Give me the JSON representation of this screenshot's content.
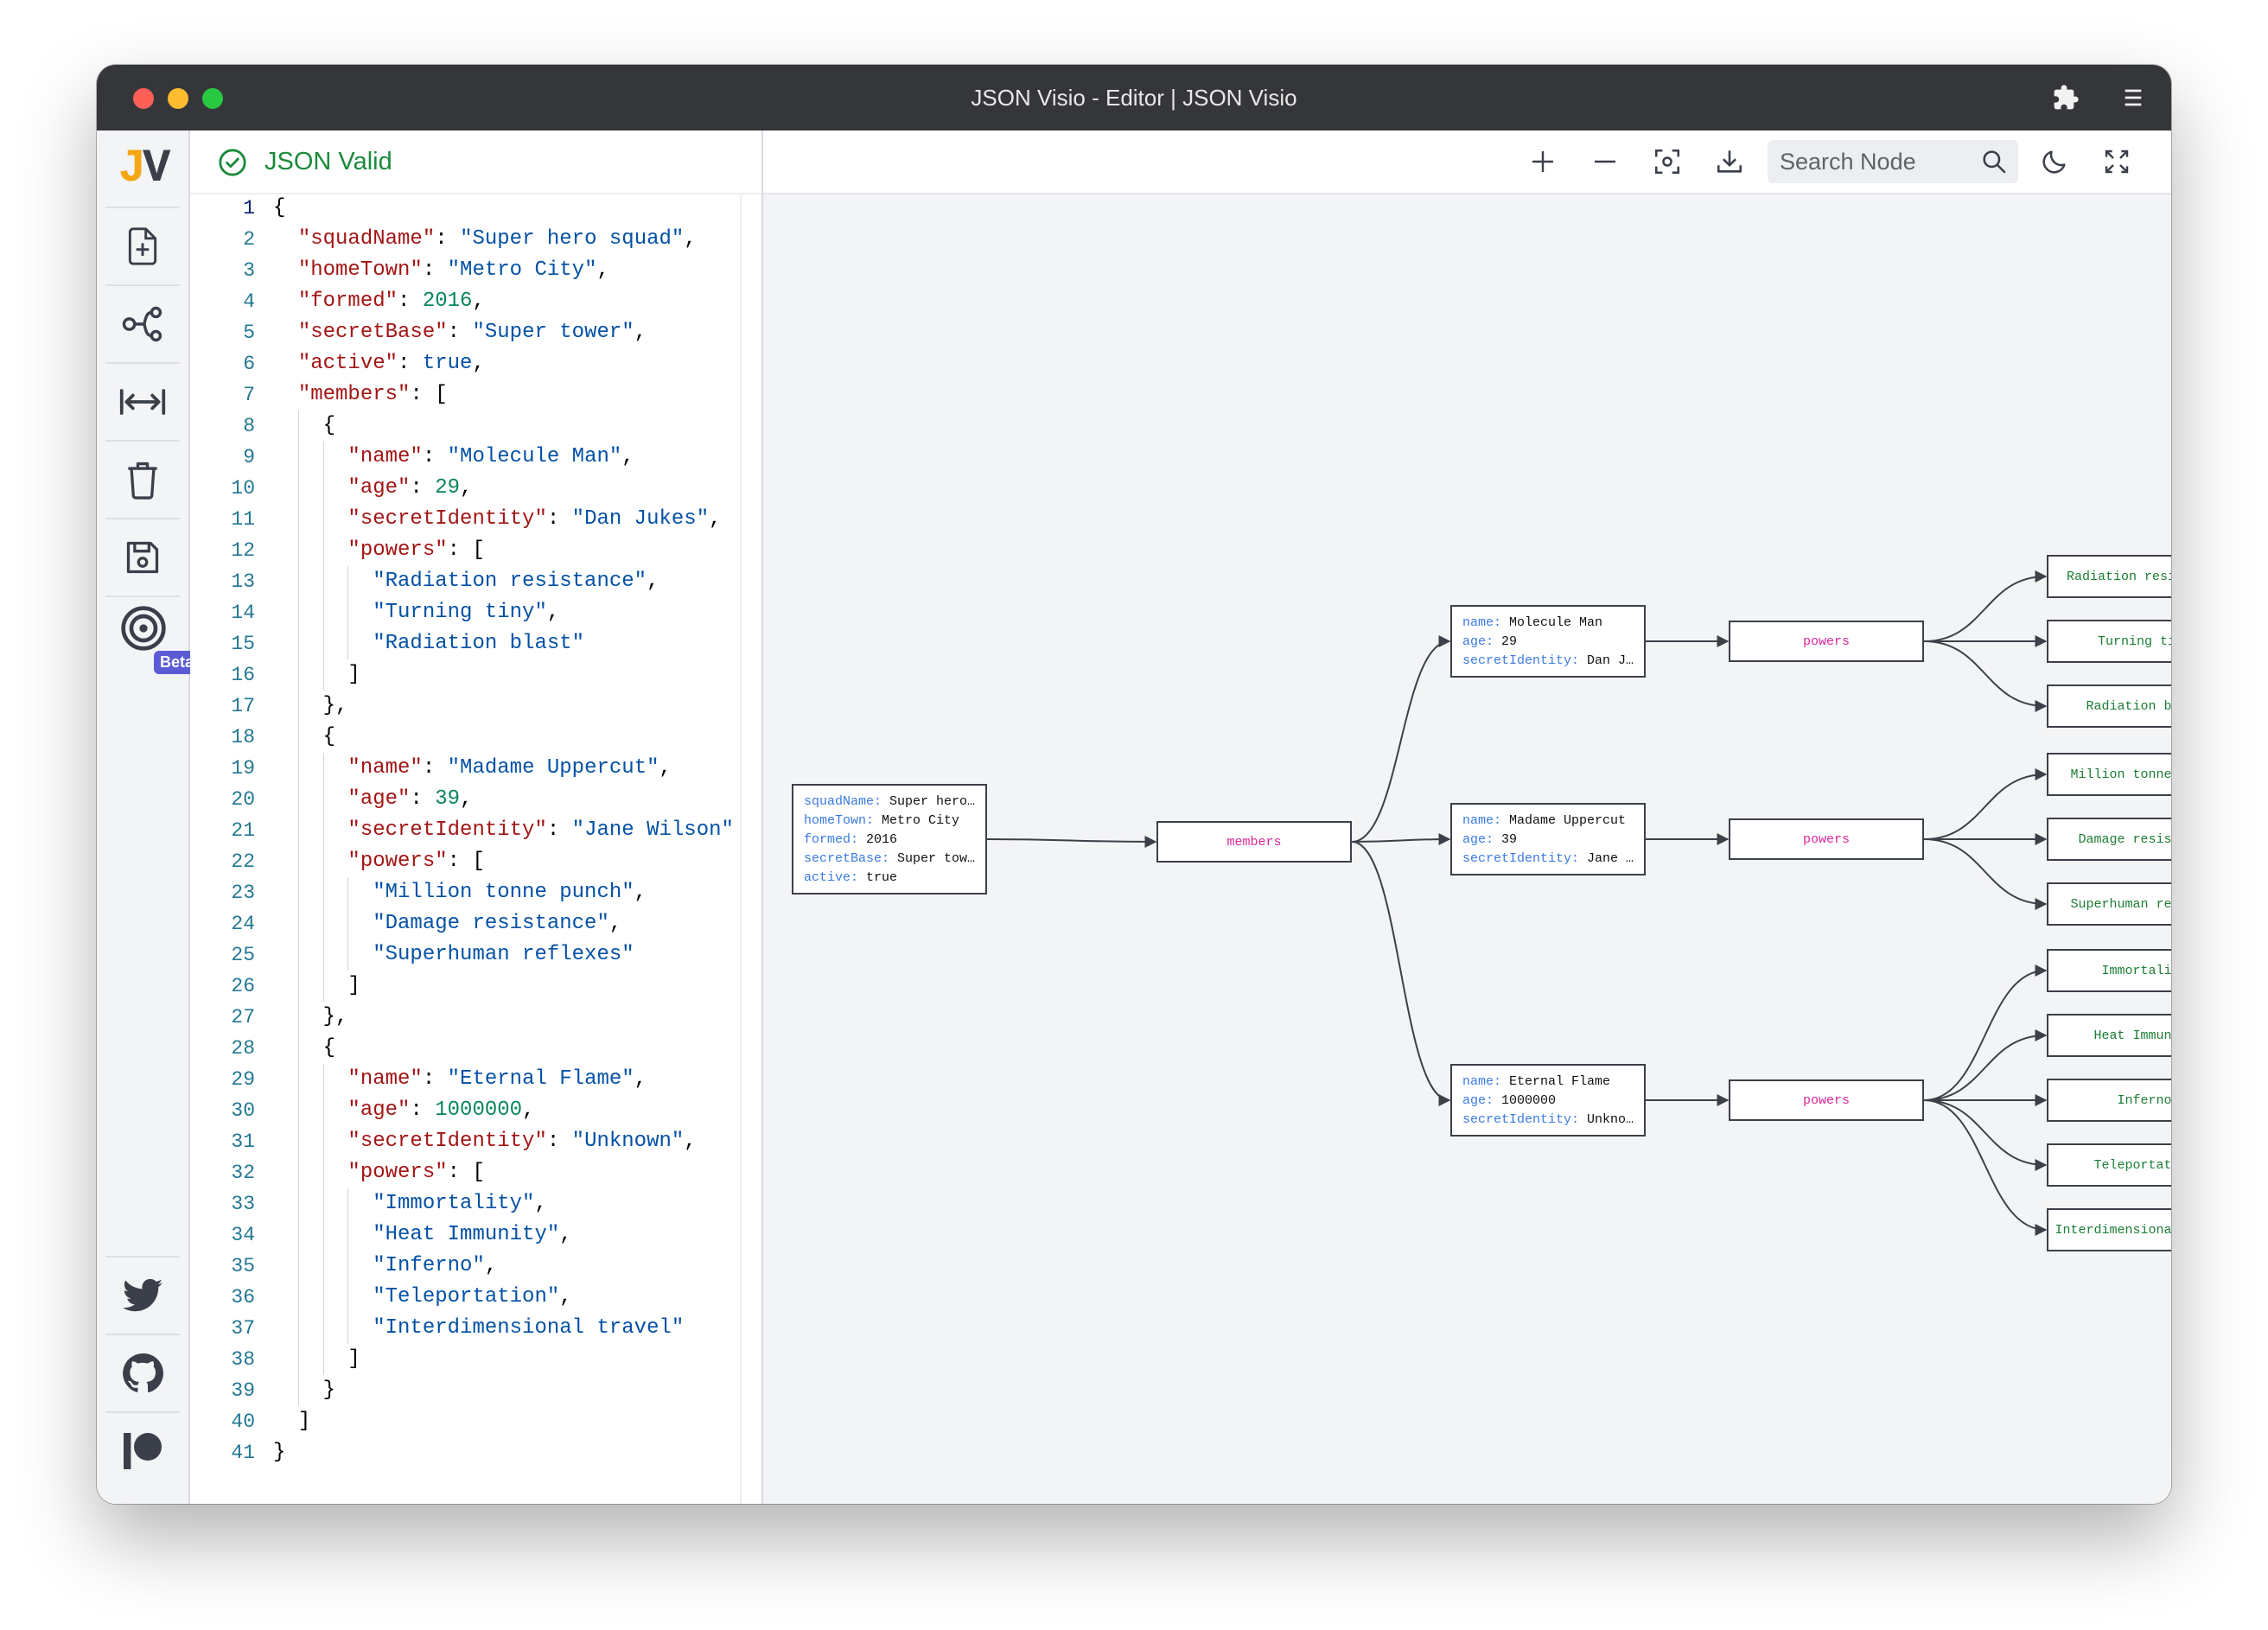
{
  "window": {
    "title": "JSON Visio - Editor | JSON Visio",
    "icons": [
      "extension-icon",
      "menu-icon"
    ]
  },
  "sidebar": {
    "logo": {
      "j": "J",
      "v": "V"
    },
    "items": [
      {
        "icon": "new-file-icon"
      },
      {
        "icon": "graph-share-icon"
      },
      {
        "icon": "expand-width-icon"
      },
      {
        "icon": "trash-icon"
      },
      {
        "icon": "save-icon"
      },
      {
        "icon": "signal-icon",
        "badge": "Beta"
      }
    ],
    "bottom": [
      {
        "icon": "twitter-icon"
      },
      {
        "icon": "github-icon"
      },
      {
        "icon": "patreon-icon"
      }
    ]
  },
  "editor": {
    "status": "JSON Valid",
    "lines": [
      "{",
      "  \"squadName\": \"Super hero squad\",",
      "  \"homeTown\": \"Metro City\",",
      "  \"formed\": 2016,",
      "  \"secretBase\": \"Super tower\",",
      "  \"active\": true,",
      "  \"members\": [",
      "    {",
      "      \"name\": \"Molecule Man\",",
      "      \"age\": 29,",
      "      \"secretIdentity\": \"Dan Jukes\",",
      "      \"powers\": [",
      "        \"Radiation resistance\",",
      "        \"Turning tiny\",",
      "        \"Radiation blast\"",
      "      ]",
      "    },",
      "    {",
      "      \"name\": \"Madame Uppercut\",",
      "      \"age\": 39,",
      "      \"secretIdentity\": \"Jane Wilson\"",
      "      \"powers\": [",
      "        \"Million tonne punch\",",
      "        \"Damage resistance\",",
      "        \"Superhuman reflexes\"",
      "      ]",
      "    },",
      "    {",
      "      \"name\": \"Eternal Flame\",",
      "      \"age\": 1000000,",
      "      \"secretIdentity\": \"Unknown\",",
      "      \"powers\": [",
      "        \"Immortality\",",
      "        \"Heat Immunity\",",
      "        \"Inferno\",",
      "        \"Teleportation\",",
      "        \"Interdimensional travel\"",
      "      ]",
      "    }",
      "  ]",
      "}"
    ]
  },
  "toolbar": {
    "search_placeholder": "Search Node",
    "tools": [
      "zoom-in-icon",
      "zoom-out-icon",
      "focus-icon",
      "download-icon",
      "search-icon",
      "dark-mode-icon",
      "fullscreen-icon"
    ]
  },
  "graph": {
    "root": {
      "rows": [
        {
          "key": "squadName: ",
          "value": "Super hero…"
        },
        {
          "key": "homeTown: ",
          "value": "Metro City"
        },
        {
          "key": "formed: ",
          "value": "2016"
        },
        {
          "key": "secretBase: ",
          "value": "Super tow…"
        },
        {
          "key": "active: ",
          "value": "true"
        }
      ]
    },
    "members_label": "members",
    "members": [
      {
        "rows": [
          {
            "key": "name: ",
            "value": "Molecule Man"
          },
          {
            "key": "age: ",
            "value": "29"
          },
          {
            "key": "secretIdentity: ",
            "value": "Dan J…"
          }
        ],
        "powers_label": "powers",
        "powers": [
          "Radiation resistance",
          "Turning tiny",
          "Radiation blast"
        ]
      },
      {
        "rows": [
          {
            "key": "name: ",
            "value": "Madame Uppercut"
          },
          {
            "key": "age: ",
            "value": "39"
          },
          {
            "key": "secretIdentity: ",
            "value": "Jane …"
          }
        ],
        "powers_label": "powers",
        "powers": [
          "Million tonne punch",
          "Damage resistance",
          "Superhuman reflexes"
        ]
      },
      {
        "rows": [
          {
            "key": "name: ",
            "value": "Eternal Flame"
          },
          {
            "key": "age: ",
            "value": "1000000"
          },
          {
            "key": "secretIdentity: ",
            "value": "Unkno…"
          }
        ],
        "powers_label": "powers",
        "powers": [
          "Immortality",
          "Heat Immunity",
          "Inferno",
          "Teleportation",
          "Interdimensional travel"
        ]
      }
    ]
  }
}
